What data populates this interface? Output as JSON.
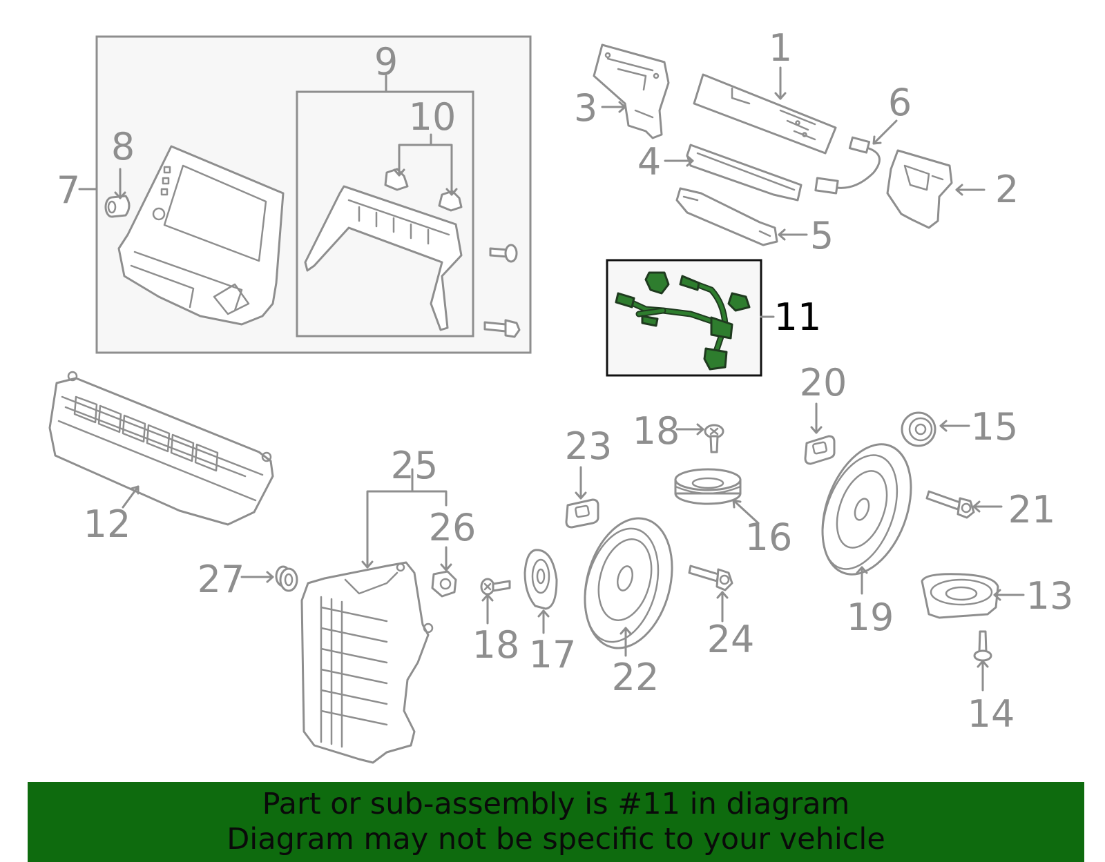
{
  "colors": {
    "line": "#8e8e8e",
    "highlight_fill": "#2e7d2e",
    "highlight_label": "#000000",
    "banner": "#0e6b0e",
    "panel": "#f7f7f7"
  },
  "callouts": [
    {
      "id": "1",
      "label": "1"
    },
    {
      "id": "2",
      "label": "2"
    },
    {
      "id": "3",
      "label": "3"
    },
    {
      "id": "4",
      "label": "4"
    },
    {
      "id": "5",
      "label": "5"
    },
    {
      "id": "6",
      "label": "6"
    },
    {
      "id": "7",
      "label": "7"
    },
    {
      "id": "8",
      "label": "8"
    },
    {
      "id": "9",
      "label": "9"
    },
    {
      "id": "10",
      "label": "10"
    },
    {
      "id": "11",
      "label": "11",
      "highlighted": true
    },
    {
      "id": "12",
      "label": "12"
    },
    {
      "id": "13",
      "label": "13"
    },
    {
      "id": "14",
      "label": "14"
    },
    {
      "id": "15",
      "label": "15"
    },
    {
      "id": "16",
      "label": "16"
    },
    {
      "id": "17",
      "label": "17"
    },
    {
      "id": "18a",
      "label": "18"
    },
    {
      "id": "18b",
      "label": "18"
    },
    {
      "id": "19",
      "label": "19"
    },
    {
      "id": "20",
      "label": "20"
    },
    {
      "id": "21",
      "label": "21"
    },
    {
      "id": "22",
      "label": "22"
    },
    {
      "id": "23",
      "label": "23"
    },
    {
      "id": "24",
      "label": "24"
    },
    {
      "id": "25",
      "label": "25"
    },
    {
      "id": "26",
      "label": "26"
    },
    {
      "id": "27",
      "label": "27"
    }
  ],
  "banner": {
    "line1": "Part or sub-assembly is #11 in diagram",
    "line2": "Diagram may not be specific to your vehicle"
  }
}
